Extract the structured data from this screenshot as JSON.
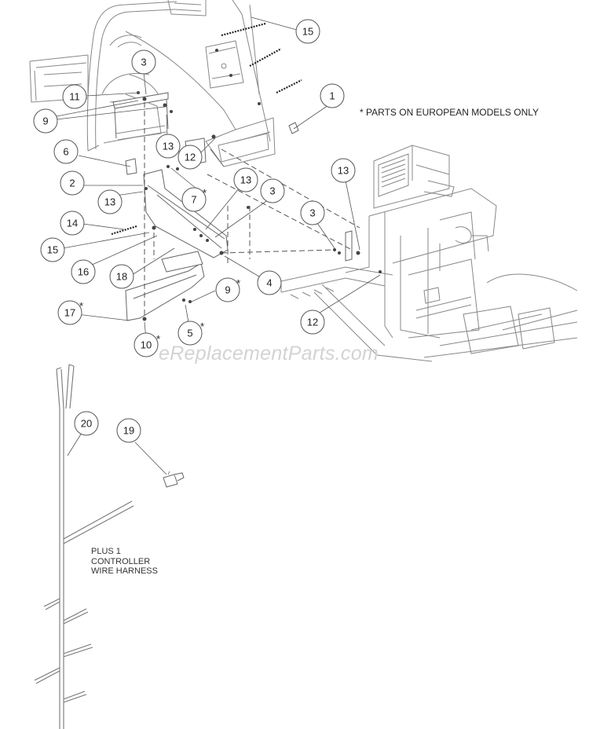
{
  "note": "* PARTS ON EUROPEAN MODELS ONLY",
  "watermark": "eReplacementParts.com",
  "harness_label": [
    "PLUS 1",
    "CONTROLLER",
    "WIRE HARNESS"
  ],
  "callouts": [
    "15",
    "1",
    "3",
    "11",
    "9",
    "13",
    "12",
    "6",
    "2",
    "13",
    "7",
    "13",
    "3",
    "13",
    "3",
    "14",
    "15",
    "16",
    "18",
    "4",
    "9",
    "17",
    "5",
    "10",
    "12",
    "20",
    "19"
  ]
}
